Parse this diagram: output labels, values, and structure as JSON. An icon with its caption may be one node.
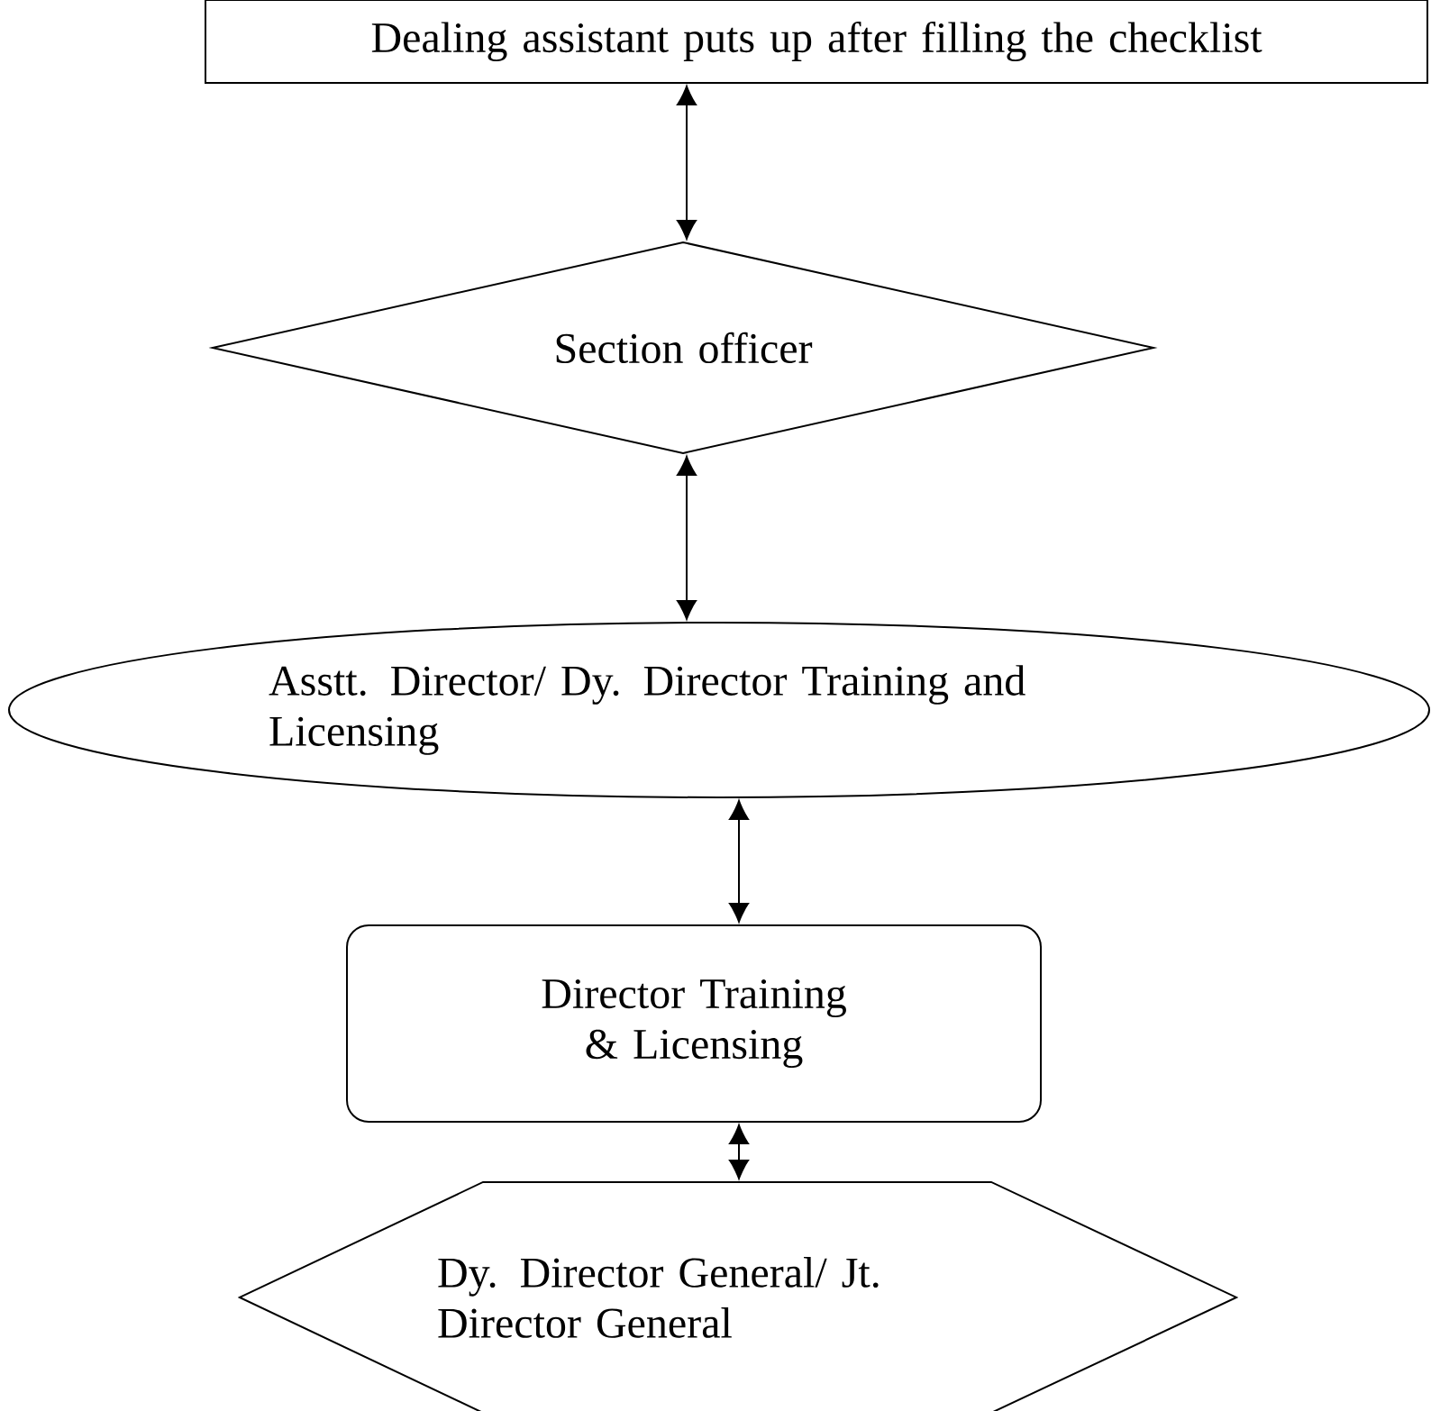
{
  "diagram": {
    "nodes": [
      {
        "text": [
          "Dealing assistant puts up after filling the checklist"
        ]
      },
      {
        "text": [
          "Section officer"
        ]
      },
      {
        "text": [
          "Asstt.  Director/ Dy. Director Training and Licensing"
        ]
      },
      {
        "text": [
          "Director Training & Licensing"
        ]
      },
      {
        "text": [
          "Dy. Director General/ Jt. Director General"
        ]
      }
    ],
    "edges": [
      {
        "from": 0,
        "to": 1,
        "arrow": "both"
      },
      {
        "from": 1,
        "to": 2,
        "arrow": "both"
      },
      {
        "from": 2,
        "to": 3,
        "arrow": "both"
      },
      {
        "from": 3,
        "to": 4,
        "arrow": "both"
      }
    ]
  }
}
